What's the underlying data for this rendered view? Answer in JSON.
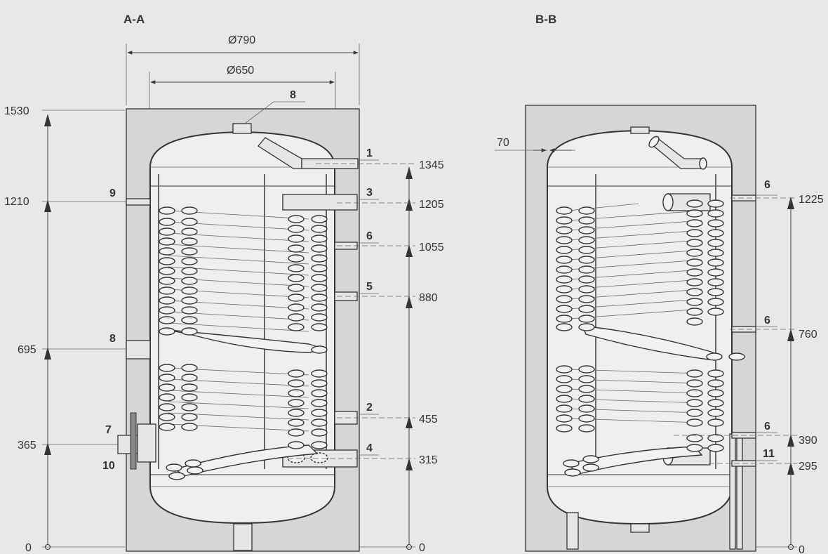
{
  "views": {
    "left_title": "A-A",
    "right_title": "B-B"
  },
  "dimensions": {
    "outer_diameter": "Ø790",
    "inner_diameter": "Ø650",
    "side_inset": "70"
  },
  "left_heights": {
    "h1530": "1530",
    "h1210": "1210",
    "h695": "695",
    "h365": "365",
    "h0": "0"
  },
  "left_right_heights": {
    "h1345": "1345",
    "h1205": "1205",
    "h1055": "1055",
    "h880": "880",
    "h455": "455",
    "h315": "315",
    "h0": "0"
  },
  "right_heights": {
    "h1225": "1225",
    "h760": "760",
    "h390": "390",
    "h295": "295",
    "h0": "0"
  },
  "connections_left": {
    "top": "8",
    "c1": "1",
    "c3": "3",
    "c6": "6",
    "c5": "5",
    "c2": "2",
    "c4": "4",
    "c9": "9",
    "c8": "8",
    "c7": "7",
    "c10": "10"
  },
  "connections_right": {
    "c6a": "6",
    "c6b": "6",
    "c6c": "6",
    "c11": "11"
  }
}
